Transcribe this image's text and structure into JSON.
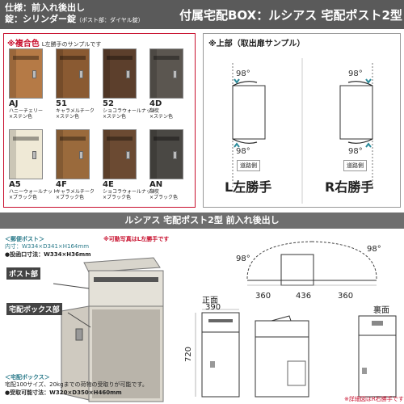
{
  "header": {
    "spec_line1": "仕様：前入れ後出し",
    "spec_line2": "錠：シリンダー錠",
    "spec_sub": "（ポスト部：ダイヤル錠）",
    "title": "付属宅配BOX：ルシアス 宅配ポスト2型"
  },
  "colors_panel": {
    "heading": "※複合色",
    "subheading": "L左勝手のサンプルです",
    "swatches": [
      {
        "code": "AJ",
        "name1": "ハニーチェリー",
        "name2": "×ステン色",
        "color": "#b57a46"
      },
      {
        "code": "51",
        "name1": "キャラメルチーク",
        "name2": "×ステン色",
        "color": "#8a5a32"
      },
      {
        "code": "52",
        "name1": "ショコラウォールナット",
        "name2": "×ステン色",
        "color": "#5c3f2c"
      },
      {
        "code": "4D",
        "name1": "梨炭",
        "name2": "×ステン色",
        "color": "#5b5650"
      },
      {
        "code": "A5",
        "name1": "ハニーウォールナット",
        "name2": "×ブラック色",
        "color": "#efe9d6"
      },
      {
        "code": "4F",
        "name1": "キャラメルチーク",
        "name2": "×ブラック色",
        "color": "#9a6a3c"
      },
      {
        "code": "4E",
        "name1": "ショコラウォールナット",
        "name2": "×ブラック色",
        "color": "#6b4a32"
      },
      {
        "code": "AN",
        "name1": "梨炭",
        "name2": "×ブラック色",
        "color": "#4a4844"
      }
    ]
  },
  "top_view": {
    "heading": "※上部（取出扉サンプル）",
    "deg": "98°",
    "road": "道路側",
    "left_caption": "L左勝手",
    "right_caption": "R右勝手"
  },
  "product_bar": "ルシアス 宅配ポスト2型 前入れ後出し",
  "photo": {
    "post_note_title": "＜郵便ポスト＞",
    "post_note_inner": "内寸：W334×D341×H164mm",
    "post_note_opening": "●投函口寸法：W334×H36mm",
    "photo_note": "※可動写真はL左勝手です",
    "post_callout": "ポスト部",
    "box_callout": "宅配ボックス部",
    "box_note_title": "＜宅配ボックス＞",
    "box_note_desc": "宅配100サイズ、20kgまでの荷物の受取りが可能です。",
    "box_note_size": "●受取可能寸法：W320×D350×H460mm"
  },
  "drawings": {
    "deg_left": "98°",
    "deg_right": "98°",
    "dim_360a": "360",
    "dim_436": "436",
    "dim_360b": "360",
    "front_label": "正面",
    "width_390": "390",
    "height_720": "720",
    "back_label": "裏面",
    "detail_note": "※詳細図はR右勝手です"
  }
}
